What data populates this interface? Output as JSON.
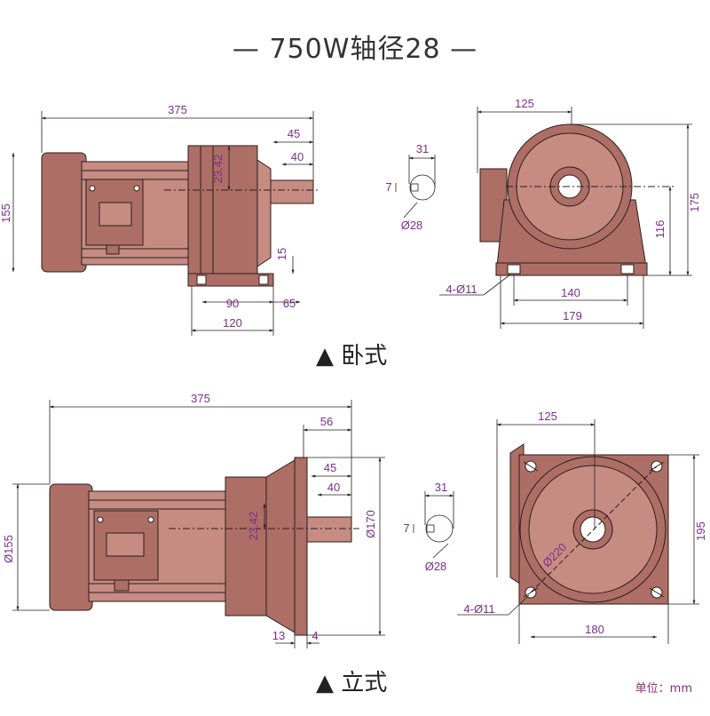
{
  "title": "— 750W轴径28 —",
  "horizontal_caption": "▲ 卧式",
  "vertical_caption": "▲ 立式",
  "unit_note": "单位：mm",
  "colors": {
    "body": "#ad6e66",
    "body_light": "#c68b81",
    "line": "#2b1e1e",
    "dim": "#7b2f8c"
  },
  "horizontal_side": {
    "overall": "375",
    "shaft_total": "45",
    "shaft_key": "40",
    "center_height_offset": "23.42",
    "base_height": "15",
    "body_height": "155",
    "base_90": "90",
    "base_65": "65",
    "base_120": "120"
  },
  "horizontal_shaft": {
    "width": "31",
    "key": "7",
    "diameter": "Ø28"
  },
  "horizontal_front": {
    "width": "125",
    "height": "175",
    "center_height": "116",
    "holes": "4-Ø11",
    "hole_span": "140",
    "base_width": "179"
  },
  "vertical_side": {
    "overall": "375",
    "flange_to_end": "56",
    "shaft_total": "45",
    "shaft_key": "40",
    "center_offset": "23.42",
    "body_diameter": "Ø155",
    "flange_diameter": "Ø170",
    "flange_13": "13",
    "flange_4": "4"
  },
  "vertical_shaft": {
    "width": "31",
    "key": "7",
    "diameter": "Ø28"
  },
  "vertical_front": {
    "width": "125",
    "height": "195",
    "pcd": "Ø220",
    "holes": "4-Ø11",
    "square": "180"
  }
}
